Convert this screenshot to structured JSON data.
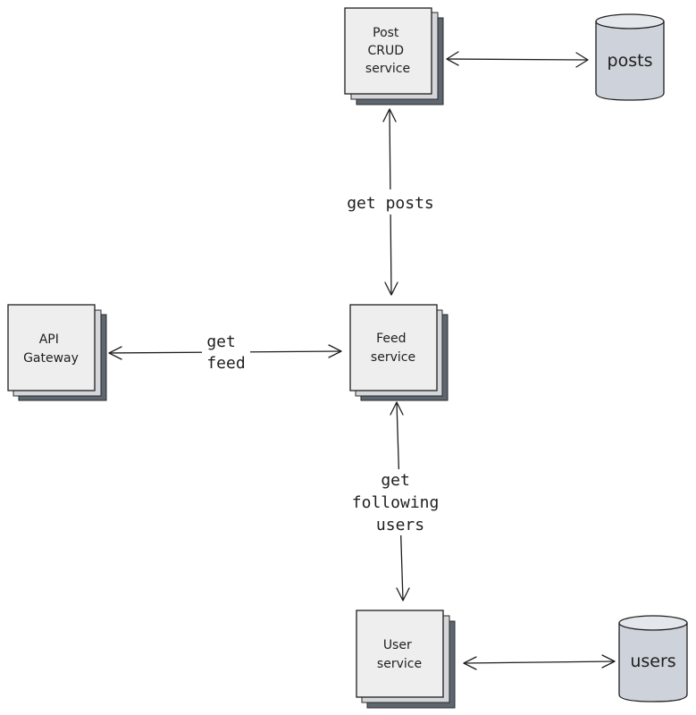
{
  "nodes": {
    "post_crud_service": {
      "label_lines": [
        "Post",
        "CRUD",
        "service"
      ]
    },
    "posts_db": {
      "label": "posts"
    },
    "api_gateway": {
      "label_lines": [
        "API",
        "Gateway"
      ]
    },
    "feed_service": {
      "label_lines": [
        "Feed",
        "service"
      ]
    },
    "user_service": {
      "label_lines": [
        "User",
        "service"
      ]
    },
    "users_db": {
      "label": "users"
    }
  },
  "edges": {
    "post_crud_to_posts": {
      "label": ""
    },
    "feed_to_post_crud": {
      "label": "get posts"
    },
    "gateway_to_feed": {
      "label_lines": [
        "get",
        "feed"
      ]
    },
    "feed_to_user_service": {
      "label_lines": [
        "get",
        "following",
        "users"
      ]
    },
    "user_service_to_users": {
      "label": ""
    }
  },
  "colors": {
    "node_fill": "#eeeeee",
    "stack_back": "#5e6670",
    "db_fill": "#ced3db",
    "stroke": "#1e1e1e"
  }
}
